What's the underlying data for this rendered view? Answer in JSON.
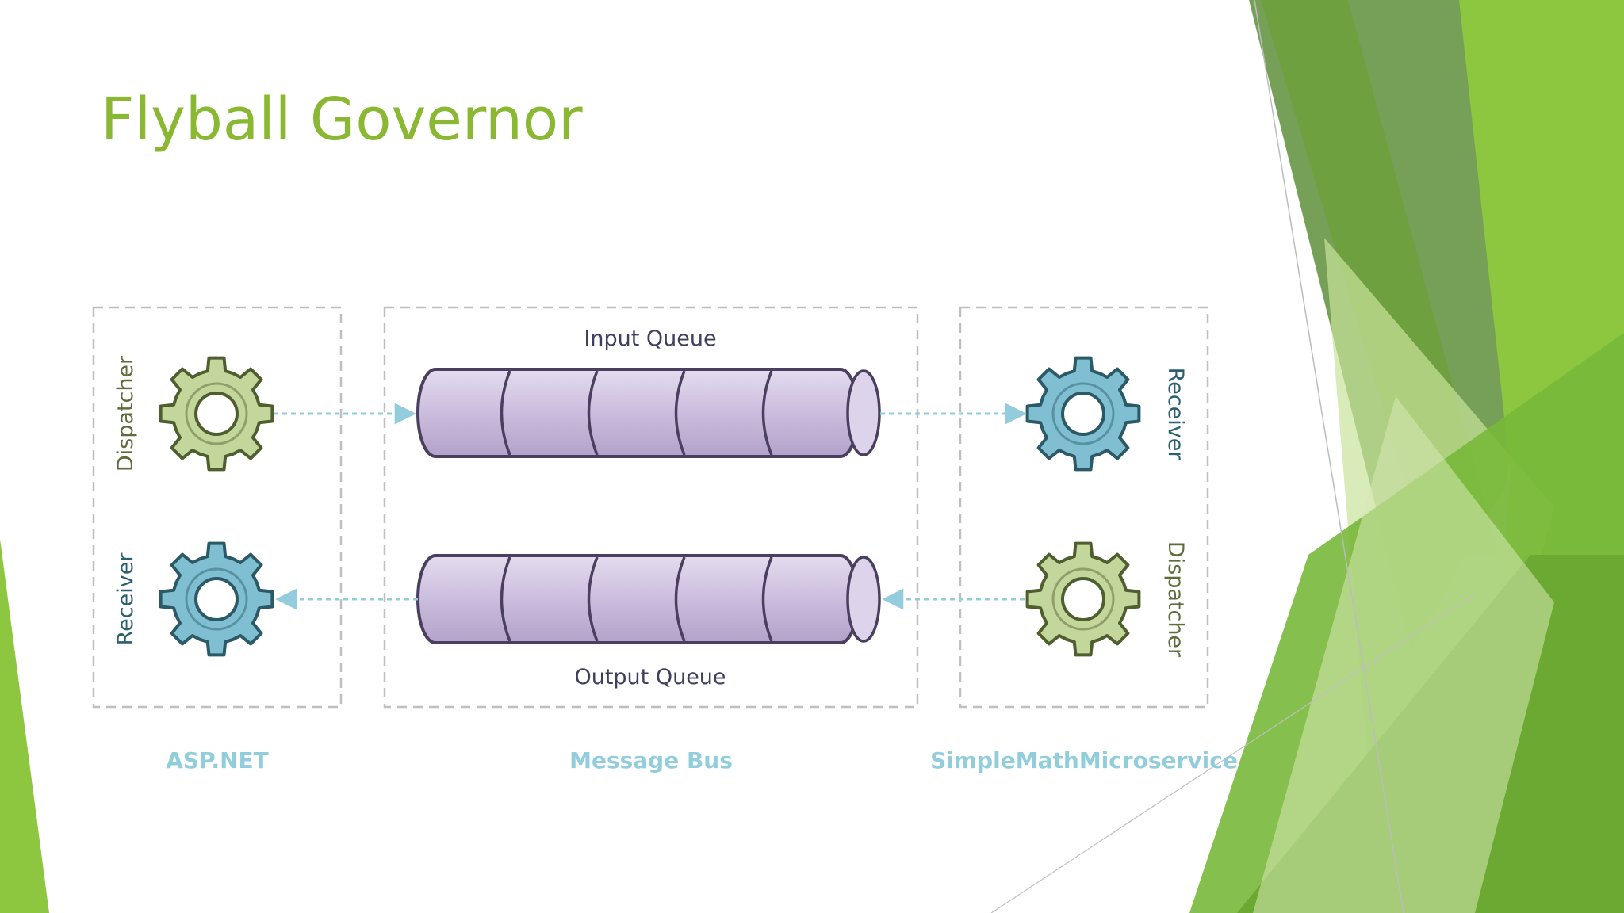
{
  "slide": {
    "title": "Flyball Governor"
  },
  "diagram": {
    "queues": {
      "input_label": "Input Queue",
      "output_label": "Output Queue"
    },
    "components": {
      "left_dispatcher": "Dispatcher",
      "left_receiver": "Receiver",
      "right_receiver": "Receiver",
      "right_dispatcher": "Dispatcher"
    },
    "groups": {
      "left": "ASP.NET",
      "middle": "Message Bus",
      "right": "SimpleMathMicroservice"
    }
  },
  "colors": {
    "title": "#8ab833",
    "group_label": "#92cddc",
    "dispatcher_gear": "#c3d69b",
    "receiver_gear": "#7fbfd1",
    "queue_fill": "#cfc2de",
    "arrow": "#93cddd",
    "accent_green": "#8ab833"
  },
  "icons": [
    "gear-icon",
    "arrow-icon",
    "queue-cylinder"
  ]
}
